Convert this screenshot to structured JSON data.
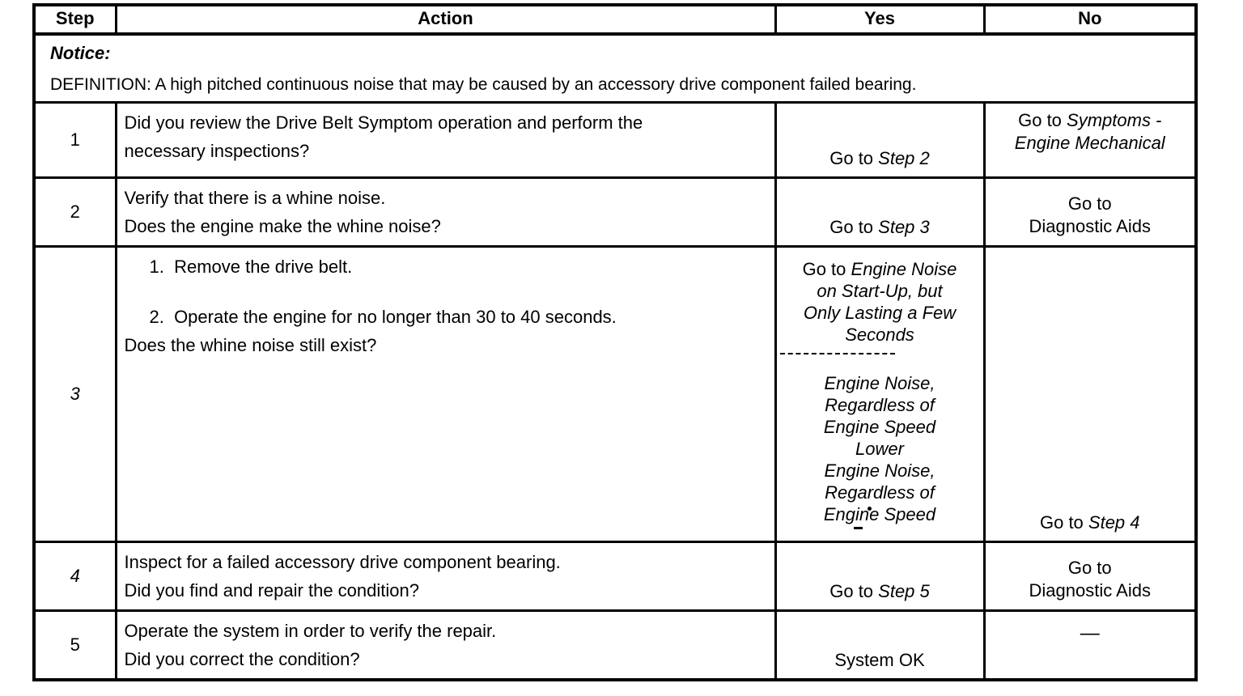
{
  "table": {
    "headers": {
      "step": "Step",
      "action": "Action",
      "yes": "Yes",
      "no": "No"
    },
    "notice_label": "Notice:",
    "definition": "DEFINITION: A high pitched continuous noise that may be caused by an accessory drive component failed bearing.",
    "rows": [
      {
        "step": "1",
        "action_lines": [
          "Did you review the Drive Belt Symptom operation and perform the",
          "necessary inspections?"
        ],
        "yes_prefix": "Go to ",
        "yes_ref": "Step 2",
        "no_prefix": "Go to ",
        "no_ref_line1": "Symptoms -",
        "no_ref_line2": "Engine Mechanical"
      },
      {
        "step": "2",
        "action_lines": [
          "Verify that there is a whine noise.",
          "Does the engine make the whine noise?"
        ],
        "yes_prefix": "Go to ",
        "yes_ref": "Step 3",
        "no_lines": [
          "Go to",
          "Diagnostic Aids"
        ]
      },
      {
        "step": "3",
        "action_item1": "1.  Remove the drive belt.",
        "action_item2": "2.  Operate the engine for no longer than 30 to 40 seconds.",
        "action_question": "Does the whine noise still exist?",
        "yes_goto": "Go to ",
        "yes_ref1_lines": [
          "Engine Noise",
          "on Start-Up, but",
          "Only Lasting a Few",
          "Seconds"
        ],
        "yes_ref2_lines": [
          "Engine Noise,",
          "Regardless of",
          "Engine Speed",
          "Lower",
          "Engine Noise,",
          "Regardless of",
          "Engine Speed"
        ],
        "no_prefix": "Go to ",
        "no_ref": "Step 4"
      },
      {
        "step": "4",
        "action_lines": [
          "Inspect for a failed accessory drive component bearing.",
          "Did you find and repair the condition?"
        ],
        "yes_prefix": "Go to ",
        "yes_ref": "Step 5",
        "no_lines": [
          "Go to",
          "Diagnostic Aids"
        ]
      },
      {
        "step": "5",
        "action_lines": [
          "Operate the system in order to verify the repair.",
          "Did you correct the condition?"
        ],
        "yes_text": "System OK",
        "no_text": "—"
      }
    ]
  }
}
